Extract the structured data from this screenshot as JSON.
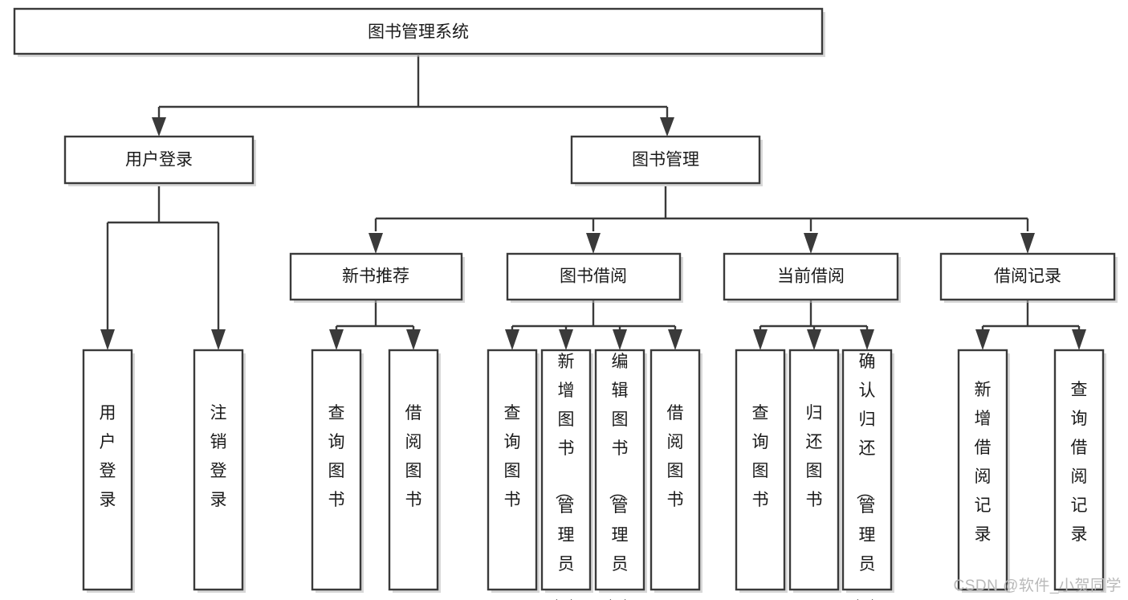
{
  "diagram": {
    "title": "图书管理系统",
    "type": "hierarchy-tree",
    "watermark": "CSDN @软件_小贺同学",
    "colors": {
      "stroke": "#3a3a3a",
      "fill": "#ffffff",
      "text": "#1a1a1a",
      "watermark": "#b9b9b9"
    },
    "levels": {
      "root": {
        "label": "图书管理系统"
      },
      "level2": [
        {
          "id": "user-login",
          "label": "用户登录"
        },
        {
          "id": "book-manage",
          "label": "图书管理"
        }
      ],
      "level3": [
        {
          "id": "new-book-recommend",
          "label": "新书推荐",
          "parent": "book-manage"
        },
        {
          "id": "book-borrow",
          "label": "图书借阅",
          "parent": "book-manage"
        },
        {
          "id": "current-borrow",
          "label": "当前借阅",
          "parent": "book-manage"
        },
        {
          "id": "borrow-record",
          "label": "借阅记录",
          "parent": "book-manage"
        }
      ],
      "leaves": [
        {
          "id": "leaf-user-login",
          "label": "用户登录",
          "parent": "user-login"
        },
        {
          "id": "leaf-logout",
          "label": "注销登录",
          "parent": "user-login"
        },
        {
          "id": "leaf-query-book-1",
          "label": "查询图书",
          "parent": "new-book-recommend"
        },
        {
          "id": "leaf-borrow-book-1",
          "label": "借阅图书",
          "parent": "new-book-recommend"
        },
        {
          "id": "leaf-query-book-2",
          "label": "查询图书",
          "parent": "book-borrow"
        },
        {
          "id": "leaf-add-book",
          "label": "新增图书（管理员）",
          "parent": "book-borrow"
        },
        {
          "id": "leaf-edit-book",
          "label": "编辑图书（管理员）",
          "parent": "book-borrow"
        },
        {
          "id": "leaf-borrow-book-2",
          "label": "借阅图书",
          "parent": "book-borrow"
        },
        {
          "id": "leaf-query-book-3",
          "label": "查询图书",
          "parent": "current-borrow"
        },
        {
          "id": "leaf-return-book",
          "label": "归还图书",
          "parent": "current-borrow"
        },
        {
          "id": "leaf-confirm-return",
          "label": "确认归还（管理员）",
          "parent": "current-borrow"
        },
        {
          "id": "leaf-add-record",
          "label": "新增借阅记录",
          "parent": "borrow-record"
        },
        {
          "id": "leaf-query-record",
          "label": "查询借阅记录",
          "parent": "borrow-record"
        }
      ]
    }
  }
}
